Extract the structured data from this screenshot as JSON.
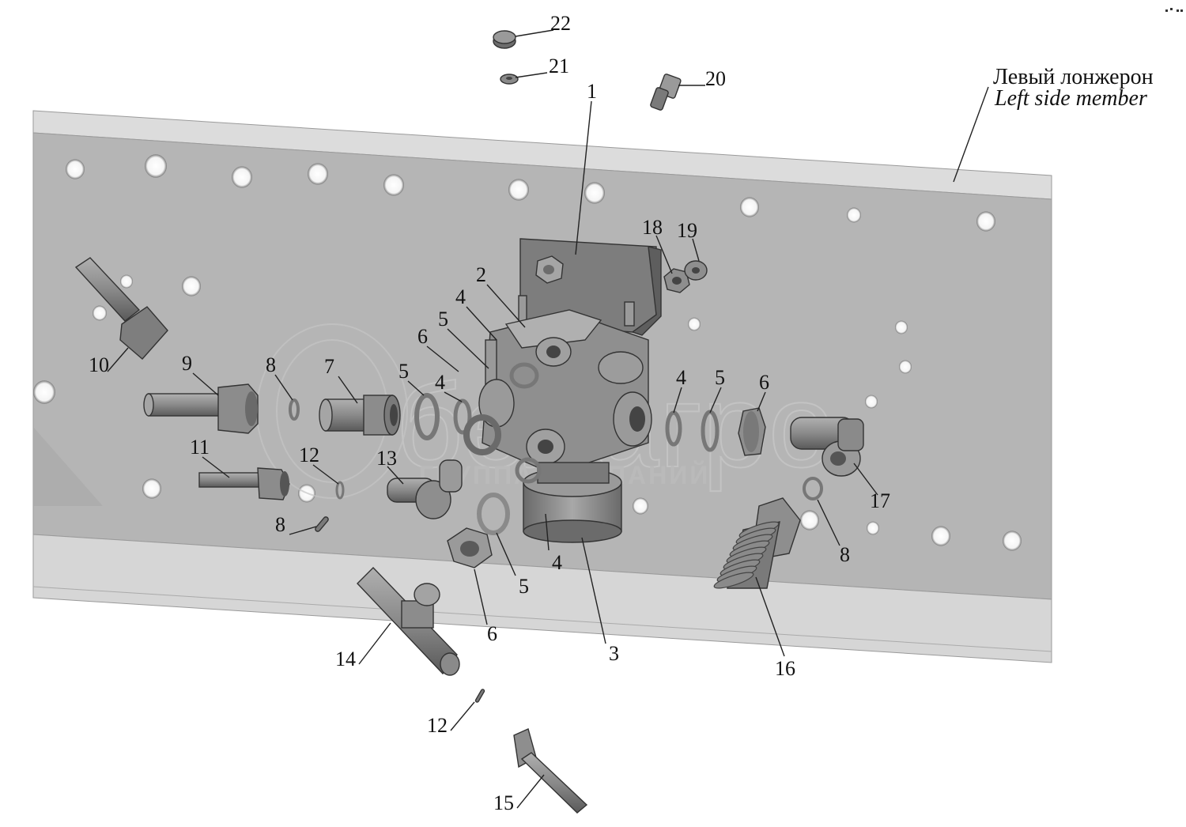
{
  "frame": {
    "label_ru": "Левый лонжерон",
    "label_en": "Left side member"
  },
  "watermark": {
    "brand": "белагро",
    "subtitle": "ГРУППА КОМПАНИЙ"
  },
  "callouts": {
    "c1": "1",
    "c2": "2",
    "c3": "3",
    "c4a": "4",
    "c4b": "4",
    "c4c": "4",
    "c4d": "4",
    "c5a": "5",
    "c5b": "5",
    "c5c": "5",
    "c5d": "5",
    "c6a": "6",
    "c6b": "6",
    "c6c": "6",
    "c7": "7",
    "c8a": "8",
    "c8b": "8",
    "c8c": "8",
    "c9": "9",
    "c10": "10",
    "c11": "11",
    "c12a": "12",
    "c12b": "12",
    "c13": "13",
    "c14": "14",
    "c15": "15",
    "c16": "16",
    "c17": "17",
    "c18": "18",
    "c19": "19",
    "c20": "20",
    "c21": "21",
    "c22": "22"
  },
  "colors": {
    "frame_face": "#b3b3b3",
    "frame_flange": "#d3d3d3",
    "hole": "#ffffff",
    "part": "#8c8c8c",
    "part_dark": "#5e5e5e",
    "part_light": "#a9a9a9"
  }
}
